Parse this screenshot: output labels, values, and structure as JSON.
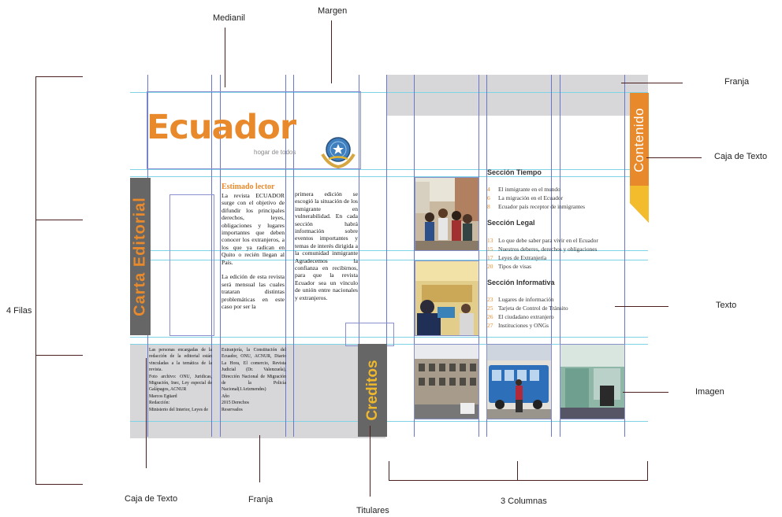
{
  "labels": {
    "medianil": "Medianil",
    "margen": "Margen",
    "franja_top": "Franja",
    "caja_texto_right": "Caja de Texto",
    "filas": "4 Filas",
    "texto": "Texto",
    "imagen": "Imagen",
    "caja_texto_bottom": "Caja de Texto",
    "franja_bottom": "Franja",
    "titulares": "Titulares",
    "columnas": "3 Columnas"
  },
  "left_page": {
    "logo_title": "Ecuador",
    "logo_tagline": "hogar de todos",
    "side_title": "Carta  Editorial",
    "heading": "Estimado lector",
    "col1_text": "La revista ECUADOR surge con el objetivo de difundir los principales derechos, leyes, obligaciones y lugares importantes que deben conocer los extranjeros, a los que ya radican en Quito o recién llegan al País.\n\nLa edición de esta revista será mensual las cuales trataran distintas problemáticas en este caso por ser la",
    "col2_text": "primera edición se escogió la situación de los inmigrante en vulnerabilidad. En cada sección habrá información sobre eventos importantes y temas de interés dirigida a la comunidad inmigrante Agradecemos la confianza en recibirnos, para que la revista Ecuador sea un vínculo de unión entre nacionales y extranjeros.",
    "credits_col1": "Las personas encargadas de la redacción de la editorial están vinculadas a la temática de la revista.\nFoto archivo: ONU, Juridicas, Migración, Inec, Ley especial de Galápagos, ACNUR\nMarcos Egüard\nRedacción:\nMinisterio del Interior, Leyes de",
    "credits_col2": "Extranjería, la Constitución del Ecuador, ONU, ACNUR, Diario La Hora, El comercio, Revista Judicial (Dr. Valenzuela), Dirección Nacional de Migración de la Policía Nacional(J.Arizmendes)\nAño\n2015 Derechos\nReservados",
    "credits_title": "Creditos"
  },
  "right_page": {
    "side_title": "Contenido",
    "sections": [
      {
        "title": "Sección Tiempo",
        "items": [
          {
            "num": "4",
            "text": "El inmigrante en el mundo"
          },
          {
            "num": "6",
            "text": "La migración en el Ecuador"
          },
          {
            "num": "8",
            "text": "Ecuador país receptor de inmigrantes"
          }
        ]
      },
      {
        "title": "Sección Legal",
        "items": [
          {
            "num": "13",
            "text": "Lo que debe saber para vivir  en el Ecuador"
          },
          {
            "num": "15",
            "text": "Nuestros deberes, derechos y  obligaciones"
          },
          {
            "num": "17",
            "text": "Leyes de Extranjería"
          },
          {
            "num": "20",
            "text": "Tipos de visas"
          }
        ]
      },
      {
        "title": "Sección Informativa",
        "items": [
          {
            "num": "23",
            "text": "Lugares de información"
          },
          {
            "num": "25",
            "text": "Tarjeta de Control de Tránsito"
          },
          {
            "num": "26",
            "text": "El ciudadano extranjero"
          },
          {
            "num": "27",
            "text": "Instituciones y ONGs"
          }
        ]
      }
    ]
  },
  "colors": {
    "orange": "#e88a2b",
    "grey_band": "#d7d7d9",
    "dark_grey": "#666666",
    "callout": "#4a1f1f"
  },
  "icons": [
    "seal-icon"
  ]
}
